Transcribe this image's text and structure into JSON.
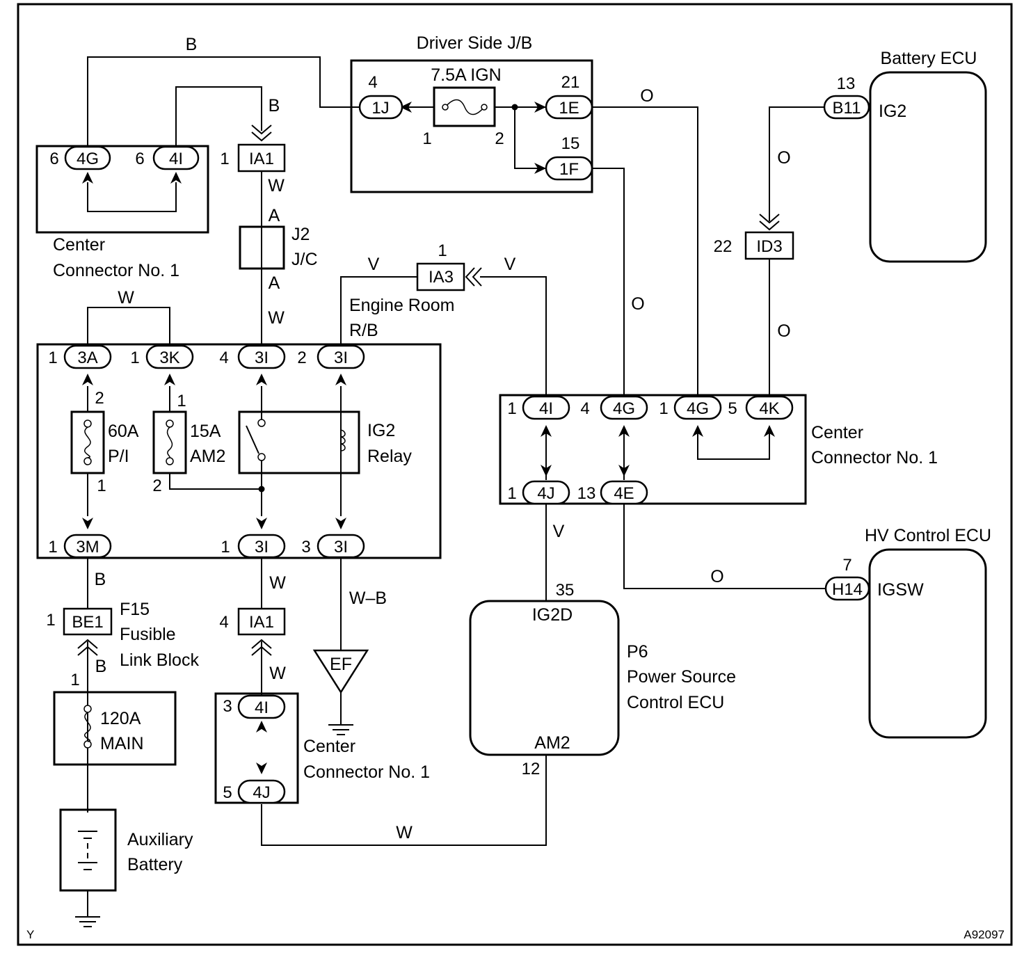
{
  "components": {
    "driver_jb": "Driver Side J/B",
    "fuse_ign": "7.5A IGN",
    "battery_ecu": "Battery ECU",
    "battery_ecu_term": "IG2",
    "center_connector": "Center",
    "center_connector_2": "Connector No. 1",
    "jc_name": "J2",
    "jc_type": "J/C",
    "jc_pin": "A",
    "engine_rb_1": "Engine Room",
    "engine_rb_2": "R/B",
    "fuse_pi_amp": "60A",
    "fuse_pi_name": "P/I",
    "fuse_am2_amp": "15A",
    "fuse_am2_name": "AM2",
    "relay_1": "IG2",
    "relay_2": "Relay",
    "hv_ecu": "HV Control ECU",
    "hv_ecu_term": "IGSW",
    "fusible_1": "F15",
    "fusible_2": "Fusible",
    "fusible_3": "Link Block",
    "main_fuse_amp": "120A",
    "main_fuse_name": "MAIN",
    "aux_batt_1": "Auxiliary",
    "aux_batt_2": "Battery",
    "ps_ecu_1": "P6",
    "ps_ecu_2": "Power Source",
    "ps_ecu_3": "Control ECU",
    "ps_ecu_t1": "IG2D",
    "ps_ecu_t2": "AM2",
    "ground": "EF"
  },
  "connectors": {
    "c1J": "1J",
    "c1E": "1E",
    "c1F": "1F",
    "cB11": "B11",
    "c4G": "4G",
    "c4I": "4I",
    "cIA1": "IA1",
    "cIA3": "IA3",
    "cID3": "ID3",
    "c3A": "3A",
    "c3K": "3K",
    "c3I": "3I",
    "c3M": "3M",
    "c4J": "4J",
    "c4E": "4E",
    "c4K": "4K",
    "cH14": "H14",
    "cBE1": "BE1"
  },
  "pins": {
    "p1": "1",
    "p2": "2",
    "p3": "3",
    "p4": "4",
    "p5": "5",
    "p6": "6",
    "p7": "7",
    "p12": "12",
    "p13": "13",
    "p15": "15",
    "p21": "21",
    "p22": "22",
    "p35": "35"
  },
  "wires": {
    "B": "B",
    "W": "W",
    "O": "O",
    "V": "V",
    "WB": "W–B"
  },
  "footer": {
    "left": "Y",
    "code": "A92097"
  }
}
